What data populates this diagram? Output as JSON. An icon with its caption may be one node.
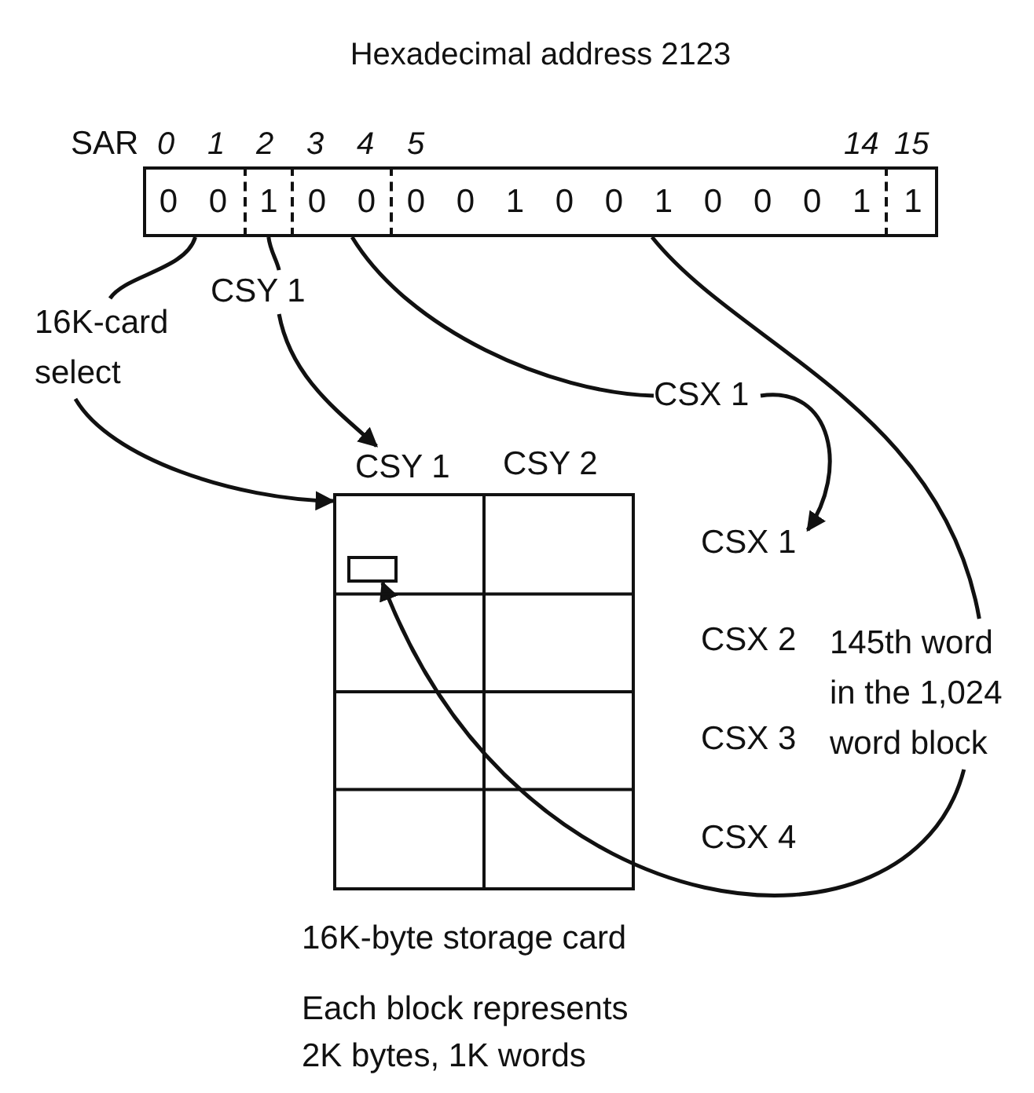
{
  "diagram": {
    "title": "Hexadecimal address 2123",
    "nodes": [
      {
        "text": [],
        "shape": "box"
      },
      {
        "text": [
          "0 0"
        ],
        "in": 0
      },
      {
        "text": [
          "1"
        ],
        "in": 0
      },
      {
        "text": [
          "0 0"
        ],
        "in": 0
      },
      {
        "text": [
          "0 0 1 0 0 1 0 0 0 1"
        ],
        "in": 0
      },
      {
        "text": [
          "1"
        ],
        "in": 0
      },
      {
        "text": [
          "16K-card select"
        ]
      },
      {
        "text": [
          "CSY 1"
        ]
      },
      {
        "text": [
          "CSX 1"
        ]
      },
      {
        "text": [
          "145th word in the 1,024 word block"
        ]
      },
      {
        "text": [],
        "shape": "box",
        "beside": [
          "16K-byte storage card"
        ]
      },
      {
        "text": [
          "CSY 1"
        ]
      },
      {
        "text": [],
        "shape": "box",
        "in": 10
      },
      {
        "text": [
          "CSX 1"
        ]
      }
    ],
    "edges": [
      {
        "from": 1,
        "to": 6,
        "arrow": "none"
      },
      {
        "from": 2,
        "to": 7,
        "arrow": "none"
      },
      {
        "from": 7,
        "to": 11,
        "arrow": "to"
      },
      {
        "from": 3,
        "to": 8,
        "arrow": "none"
      },
      {
        "from": 8,
        "to": 13,
        "arrow": "to"
      },
      {
        "from": 4,
        "to": 9,
        "arrow": "none"
      },
      {
        "from": 6,
        "to": 10,
        "arrow": "to"
      },
      {
        "from": 9,
        "to": 12,
        "arrow": "to"
      }
    ],
    "labels": [
      "SAR",
      "0",
      "1",
      "2",
      "3",
      "4",
      "5",
      "14",
      "15",
      "CSY 2",
      "CSX 2",
      "CSX 3",
      "CSX 4",
      "Each block represents 2K bytes, 1K words"
    ]
  }
}
